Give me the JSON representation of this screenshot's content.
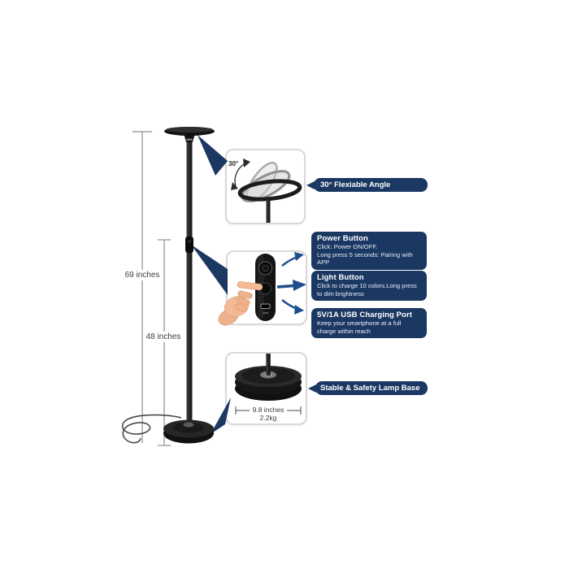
{
  "measurements": {
    "total_height": "69 inches",
    "pole_height": "48 inches"
  },
  "angle_callout": {
    "banner": "30° Flexiable Angle",
    "degree_label": "30°"
  },
  "feature_boxes": {
    "power": {
      "title": "Power Button",
      "desc1": "Click: Power ON/OFF.",
      "desc2": "Long press 5 seconds: Pairing with APP"
    },
    "light": {
      "title": "Light Button",
      "desc": "Click to charge 10 colors.Long press to dim brightness"
    },
    "usb": {
      "title": "5V/1A USB Charging Port",
      "desc": "Keep your smartphone at a full charge within reach"
    }
  },
  "base_callout": {
    "banner": "Stable & Safety Lamp Base",
    "diameter": "9.8 inches",
    "weight": "2.2kg"
  },
  "colors": {
    "navy": "#1b3863",
    "arrow_blue": "#1f4e8c",
    "lamp_black": "#1a1a1a"
  }
}
